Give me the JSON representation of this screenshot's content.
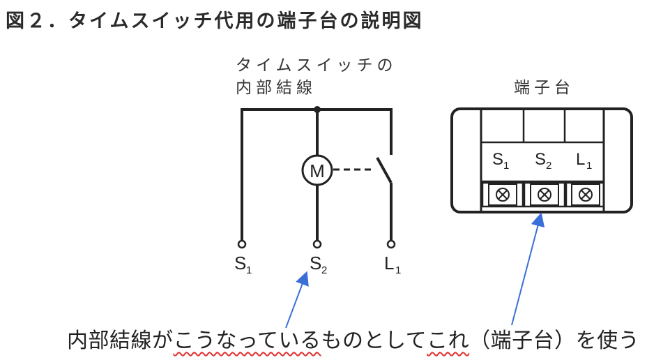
{
  "title": "図２．タイムスイッチ代用の端子台の説明図",
  "wiring": {
    "label_line1": "タイムスイッチの",
    "label_line2": "内部結線",
    "motor": "M",
    "terminals": [
      {
        "main": "S",
        "sub": "1"
      },
      {
        "main": "S",
        "sub": "2"
      },
      {
        "main": "L",
        "sub": "1"
      }
    ]
  },
  "terminal_block": {
    "label": "端子台",
    "terminals": [
      {
        "main": "S",
        "sub": "1"
      },
      {
        "main": "S",
        "sub": "2"
      },
      {
        "main": "L",
        "sub": "1"
      }
    ]
  },
  "caption": {
    "part1": "内部結線が",
    "part2": "こうなっている",
    "part3": "ものとして",
    "part4": "これ",
    "part5": "（端子台）を使う"
  },
  "colors": {
    "line": "#222222",
    "arrow": "#3a6fd8",
    "wavy": "#e03030"
  }
}
